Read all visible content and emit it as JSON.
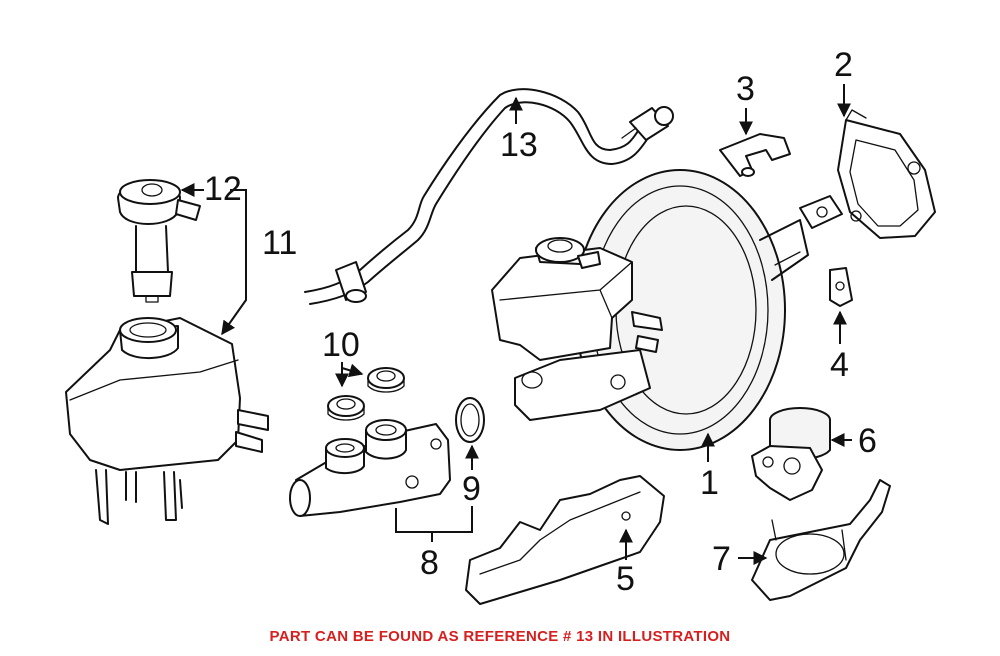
{
  "callouts": {
    "c1": "1",
    "c2": "2",
    "c3": "3",
    "c4": "4",
    "c5": "5",
    "c6": "6",
    "c7": "7",
    "c8": "8",
    "c9": "9",
    "c10": "10",
    "c11": "11",
    "c12": "12",
    "c13": "13"
  },
  "footer": {
    "note": "PART CAN BE FOUND AS REFERENCE # 13 IN ILLUSTRATION",
    "color": "#d61f1f"
  }
}
